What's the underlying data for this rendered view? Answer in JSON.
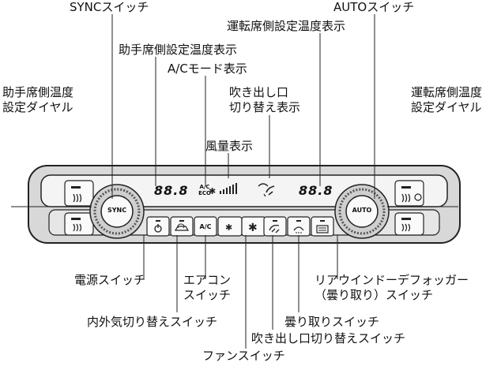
{
  "labels": {
    "sync_switch": "SYNCスイッチ",
    "auto_switch": "AUTOスイッチ",
    "driver_temp_display": "運転席側設定温度表示",
    "passenger_temp_display": "助手席側設定温度表示",
    "ac_mode_display": "A/Cモード表示",
    "passenger_temp_dial": "助手席側温度\n設定ダイヤル",
    "driver_temp_dial": "運転席側温度\n設定ダイヤル",
    "vent_mode_display": "吹き出し口\n切り替え表示",
    "fan_level_display": "風量表示",
    "power_switch": "電源スイッチ",
    "aircon_switch": "エアコン\nスイッチ",
    "recirculation_switch": "内外気切り替えスイッチ",
    "fan_switch": "ファンスイッチ",
    "vent_mode_switch": "吹き出し口切り替えスイッチ",
    "defog_switch": "曇り取りスイッチ",
    "rear_defogger_switch": "リアウインドーデフォッガー\n（曇り取り）スイッチ"
  },
  "panel": {
    "left_temp": "88.8",
    "right_temp": "88.8",
    "sync_knob": "SYNC",
    "auto_knob": "AUTO",
    "ac_indicator_top": "A/C",
    "ac_indicator_bottom": "ECO",
    "ac_button": "A/C"
  }
}
